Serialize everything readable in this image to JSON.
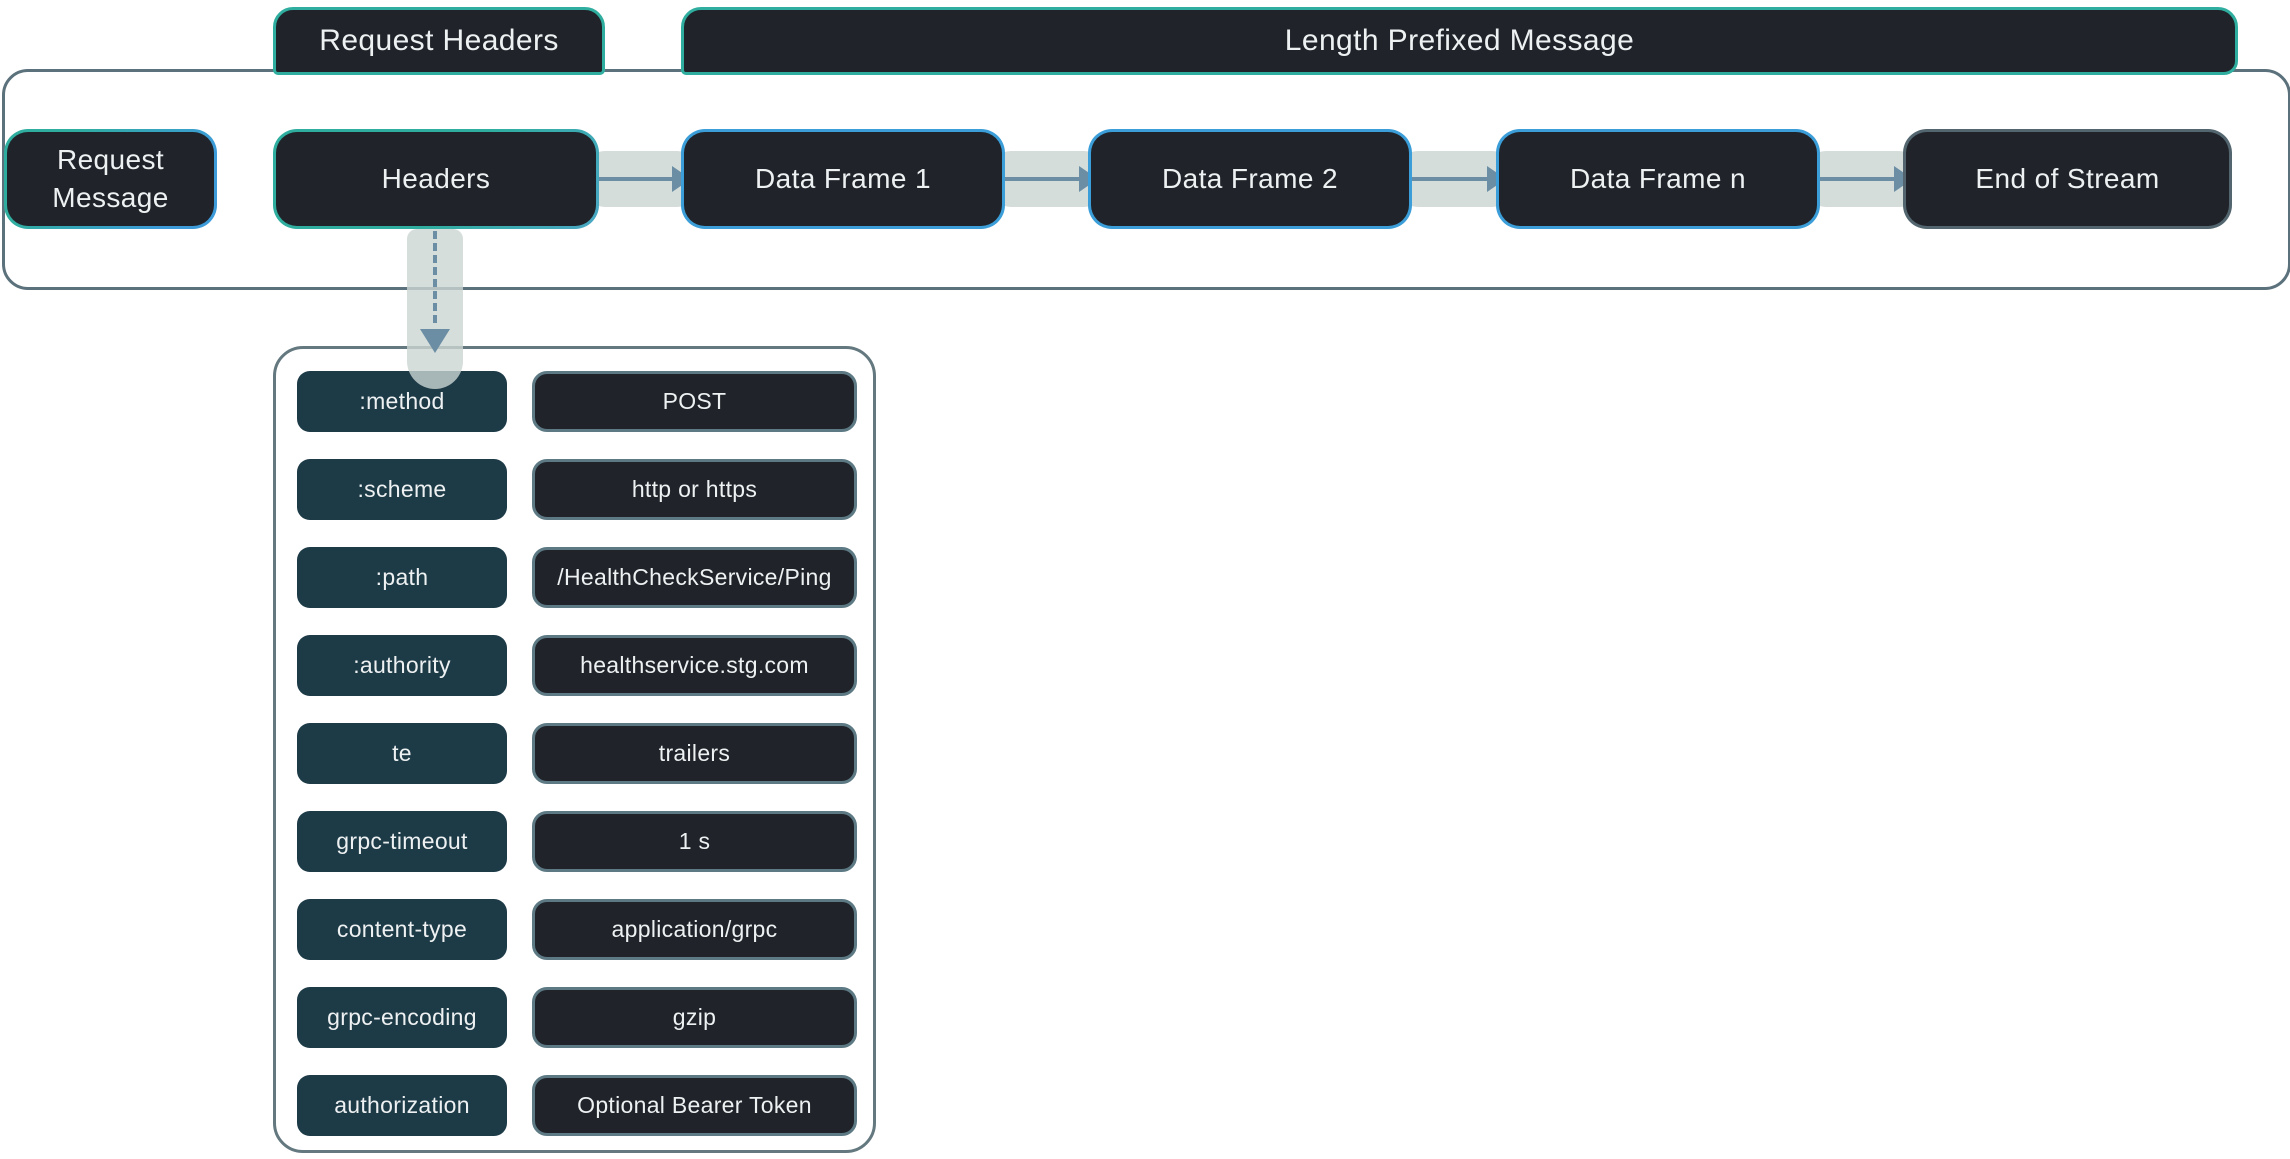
{
  "colors": {
    "teal_accent": "#2fae9f",
    "blue_accent": "#3d9bd9",
    "container_border": "#5b717b",
    "end_of_stream_border": "#53666f",
    "node_fill": "#20242a",
    "key_box_fill": "#1d3a47",
    "value_box_border": "#5d7a84",
    "arrow_band": "#cad6d2",
    "arrow_line": "#6b8ea4",
    "text": "#eef1f2"
  },
  "top_labels": {
    "request_headers": "Request Headers",
    "length_prefixed_message": "Length Prefixed Message"
  },
  "flow": [
    {
      "label": "Request Message"
    },
    {
      "label": "Headers"
    },
    {
      "label": "Data Frame 1"
    },
    {
      "label": "Data Frame 2"
    },
    {
      "label": "Data Frame n"
    },
    {
      "label": "End of Stream"
    }
  ],
  "headers_table": {
    "rows": [
      {
        "key": ":method",
        "value": "POST"
      },
      {
        "key": ":scheme",
        "value": "http or https"
      },
      {
        "key": ":path",
        "value": "/HealthCheckService/Ping"
      },
      {
        "key": ":authority",
        "value": "healthservice.stg.com"
      },
      {
        "key": "te",
        "value": "trailers"
      },
      {
        "key": "grpc-timeout",
        "value": "1 s"
      },
      {
        "key": "content-type",
        "value": "application/grpc"
      },
      {
        "key": "grpc-encoding",
        "value": "gzip"
      },
      {
        "key": "authorization",
        "value": "Optional Bearer Token"
      }
    ]
  }
}
